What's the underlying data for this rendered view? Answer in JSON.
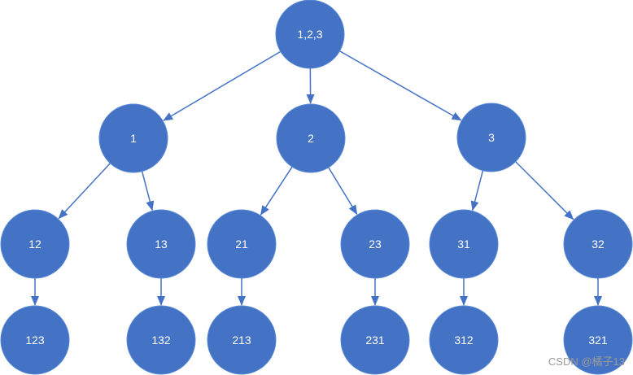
{
  "diagram": {
    "node_fill": "#4472C4",
    "node_stroke": "#5B8BD6",
    "edge_color": "#4472C4",
    "nodes": [
      {
        "id": "root",
        "label": "1,2,3"
      },
      {
        "id": "n1",
        "label": "1"
      },
      {
        "id": "n2",
        "label": "2"
      },
      {
        "id": "n3",
        "label": "3"
      },
      {
        "id": "n12",
        "label": "12"
      },
      {
        "id": "n13",
        "label": "13"
      },
      {
        "id": "n21",
        "label": "21"
      },
      {
        "id": "n23",
        "label": "23"
      },
      {
        "id": "n31",
        "label": "31"
      },
      {
        "id": "n32",
        "label": "32"
      },
      {
        "id": "n123",
        "label": "123"
      },
      {
        "id": "n132",
        "label": "132"
      },
      {
        "id": "n213",
        "label": "213"
      },
      {
        "id": "n231",
        "label": "231"
      },
      {
        "id": "n312",
        "label": "312"
      },
      {
        "id": "n321",
        "label": "321"
      }
    ],
    "edges": [
      [
        "root",
        "n1"
      ],
      [
        "root",
        "n2"
      ],
      [
        "root",
        "n3"
      ],
      [
        "n1",
        "n12"
      ],
      [
        "n1",
        "n13"
      ],
      [
        "n2",
        "n21"
      ],
      [
        "n2",
        "n23"
      ],
      [
        "n3",
        "n31"
      ],
      [
        "n3",
        "n32"
      ],
      [
        "n12",
        "n123"
      ],
      [
        "n13",
        "n132"
      ],
      [
        "n21",
        "n213"
      ],
      [
        "n23",
        "n231"
      ],
      [
        "n31",
        "n312"
      ],
      [
        "n32",
        "n321"
      ]
    ]
  },
  "watermark": "CSDN @橘子13"
}
